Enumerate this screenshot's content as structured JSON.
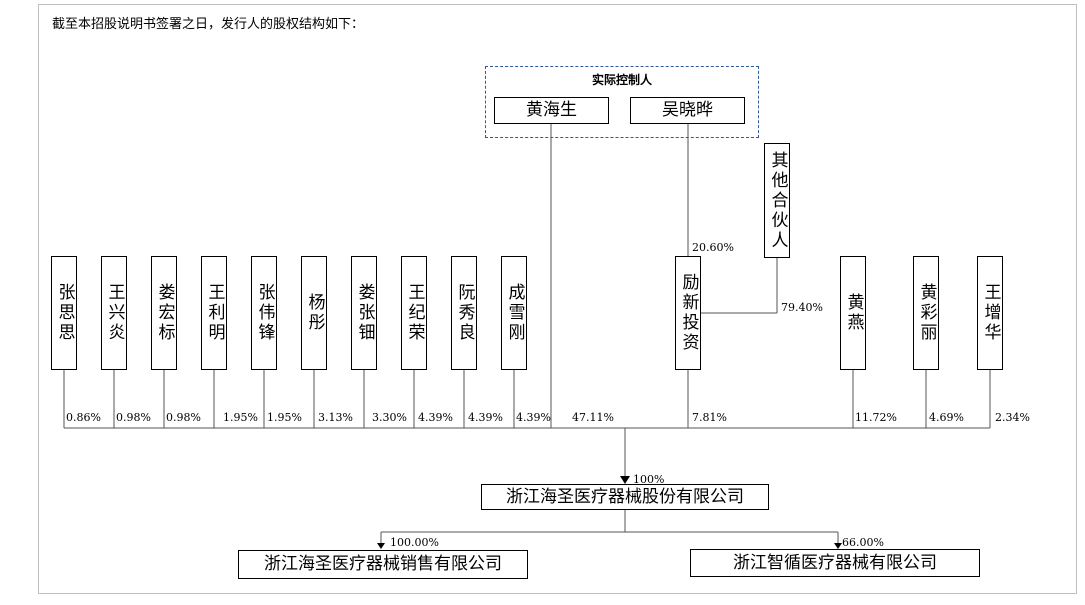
{
  "intro": "截至本招股说明书签署之日，发行人的股权结构如下：",
  "controller_group": {
    "title": "实际控制人",
    "members": [
      "黄海生",
      "吴晓晔"
    ]
  },
  "other_partners": "其他合伙人",
  "lixin": "励新投资",
  "lixin_edges": {
    "wu_pct": "20.60%",
    "others_pct": "79.40%"
  },
  "shareholders": [
    {
      "name": "张思思",
      "pct": "0.86%"
    },
    {
      "name": "王兴炎",
      "pct": "0.98%"
    },
    {
      "name": "娄宏标",
      "pct": "0.98%"
    },
    {
      "name": "王利明",
      "pct": "1.95%"
    },
    {
      "name": "张伟锋",
      "pct": "1.95%"
    },
    {
      "name": "杨彤",
      "pct": "3.13%"
    },
    {
      "name": "娄张钿",
      "pct": "3.30%"
    },
    {
      "name": "王纪荣",
      "pct": "4.39%"
    },
    {
      "name": "阮秀良",
      "pct": "4.39%"
    },
    {
      "name": "成雪刚",
      "pct": "4.39%"
    },
    {
      "name": "黄燕",
      "pct": "11.72%"
    },
    {
      "name": "黄彩丽",
      "pct": "4.69%"
    },
    {
      "name": "王增华",
      "pct": "2.34%"
    }
  ],
  "huang_pct": "47.11%",
  "lixin_pct": "7.81%",
  "company": {
    "name": "浙江海圣医疗器械股份有限公司",
    "pct": "100%"
  },
  "subsidiaries": [
    {
      "name": "浙江海圣医疗器械销售有限公司",
      "pct": "100.00%"
    },
    {
      "name": "浙江智循医疗器械有限公司",
      "pct": "66.00%"
    }
  ]
}
